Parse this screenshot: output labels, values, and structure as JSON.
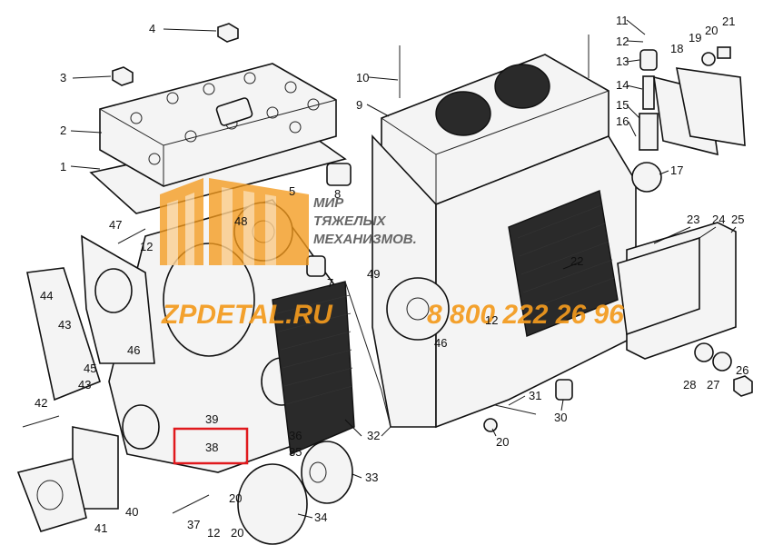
{
  "callouts": [
    {
      "key": "c4",
      "text": "4"
    },
    {
      "key": "c3",
      "text": "3"
    },
    {
      "key": "c2",
      "text": "2"
    },
    {
      "key": "c1",
      "text": "1"
    },
    {
      "key": "c5",
      "text": "5"
    },
    {
      "key": "c8",
      "text": "8"
    },
    {
      "key": "c47",
      "text": "47"
    },
    {
      "key": "c12a",
      "text": "12"
    },
    {
      "key": "c48",
      "text": "48"
    },
    {
      "key": "c7",
      "text": "7"
    },
    {
      "key": "c49",
      "text": "49"
    },
    {
      "key": "c44",
      "text": "44"
    },
    {
      "key": "c43a",
      "text": "43"
    },
    {
      "key": "c46",
      "text": "46"
    },
    {
      "key": "c45",
      "text": "45"
    },
    {
      "key": "c42",
      "text": "42"
    },
    {
      "key": "c43b",
      "text": "43"
    },
    {
      "key": "c39",
      "text": "39"
    },
    {
      "key": "c38",
      "text": "38"
    },
    {
      "key": "c36",
      "text": "36"
    },
    {
      "key": "c35",
      "text": "35"
    },
    {
      "key": "c32",
      "text": "32"
    },
    {
      "key": "c33",
      "text": "33"
    },
    {
      "key": "c34",
      "text": "34"
    },
    {
      "key": "c20a",
      "text": "20"
    },
    {
      "key": "c37",
      "text": "37"
    },
    {
      "key": "c12b",
      "text": "12"
    },
    {
      "key": "c20b",
      "text": "20"
    },
    {
      "key": "c40",
      "text": "40"
    },
    {
      "key": "c41",
      "text": "41"
    },
    {
      "key": "c10",
      "text": "10"
    },
    {
      "key": "c9",
      "text": "9"
    },
    {
      "key": "c11",
      "text": "11"
    },
    {
      "key": "c12c",
      "text": "12"
    },
    {
      "key": "c13",
      "text": "13"
    },
    {
      "key": "c14",
      "text": "14"
    },
    {
      "key": "c15",
      "text": "15"
    },
    {
      "key": "c16",
      "text": "16"
    },
    {
      "key": "c17",
      "text": "17"
    },
    {
      "key": "c18",
      "text": "18"
    },
    {
      "key": "c19",
      "text": "19"
    },
    {
      "key": "c20c",
      "text": "20"
    },
    {
      "key": "c21",
      "text": "21"
    },
    {
      "key": "c22",
      "text": "22"
    },
    {
      "key": "c23",
      "text": "23"
    },
    {
      "key": "c24",
      "text": "24"
    },
    {
      "key": "c25",
      "text": "25"
    },
    {
      "key": "c12d",
      "text": "12"
    },
    {
      "key": "c46b",
      "text": "46"
    },
    {
      "key": "c31",
      "text": "31"
    },
    {
      "key": "c30",
      "text": "30"
    },
    {
      "key": "c20d",
      "text": "20"
    },
    {
      "key": "c28",
      "text": "28"
    },
    {
      "key": "c27",
      "text": "27"
    },
    {
      "key": "c26",
      "text": "26"
    }
  ],
  "watermark": {
    "logo_line1": "МИР",
    "logo_line2": "ТЯЖЕЛЫХ",
    "logo_line3": "МЕХАНИЗМОВ.",
    "site": "ZPDETAL.RU",
    "phone": "8 800 222 26 96",
    "logo_color": "#f39a1d",
    "text_color": "#f39a1d"
  },
  "highlight": {
    "label_key": "c38",
    "color": "#e0191d"
  }
}
